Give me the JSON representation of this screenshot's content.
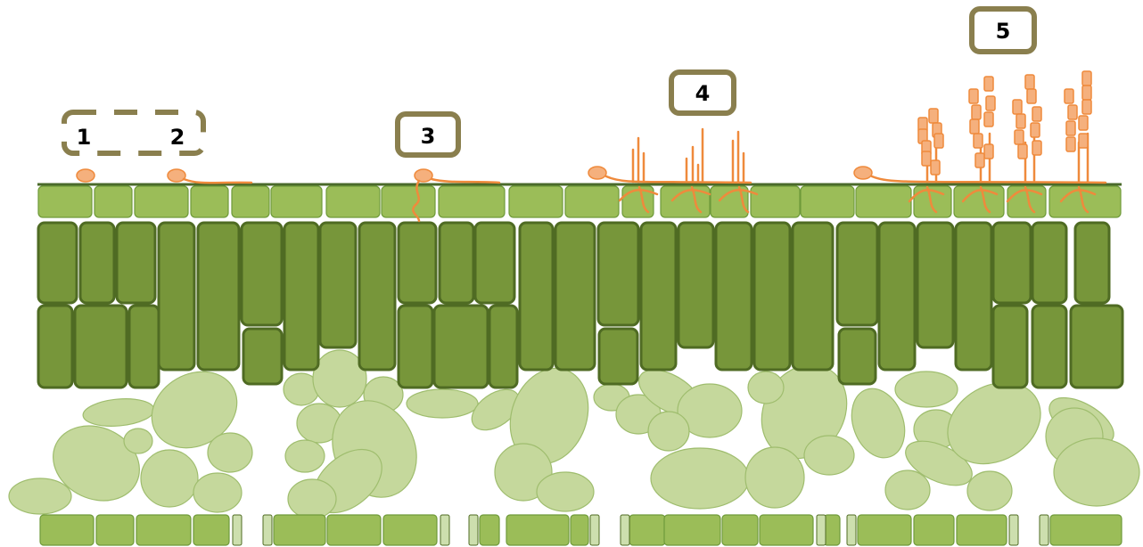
{
  "stages": [
    {
      "id": 1,
      "label": "1"
    },
    {
      "id": 2,
      "label": "2"
    },
    {
      "id": 3,
      "label": "3"
    },
    {
      "id": 4,
      "label": "4"
    },
    {
      "id": 5,
      "label": "5"
    }
  ],
  "colors": {
    "cuticle": "#4a6a2a",
    "epidermis_fill": "#9bbd58",
    "epidermis_stroke": "#6f9a3a",
    "palisade_fill": "#77963a",
    "palisade_stroke": "#4f6b23",
    "spongy_fill": "#c5d89c",
    "spongy_stroke": "#9fbd6e",
    "fungus_fill": "#f5b07d",
    "fungus_stroke": "#ef8a3c",
    "label_box": "#8a7f4e",
    "guard_cell": "#cddfae"
  }
}
